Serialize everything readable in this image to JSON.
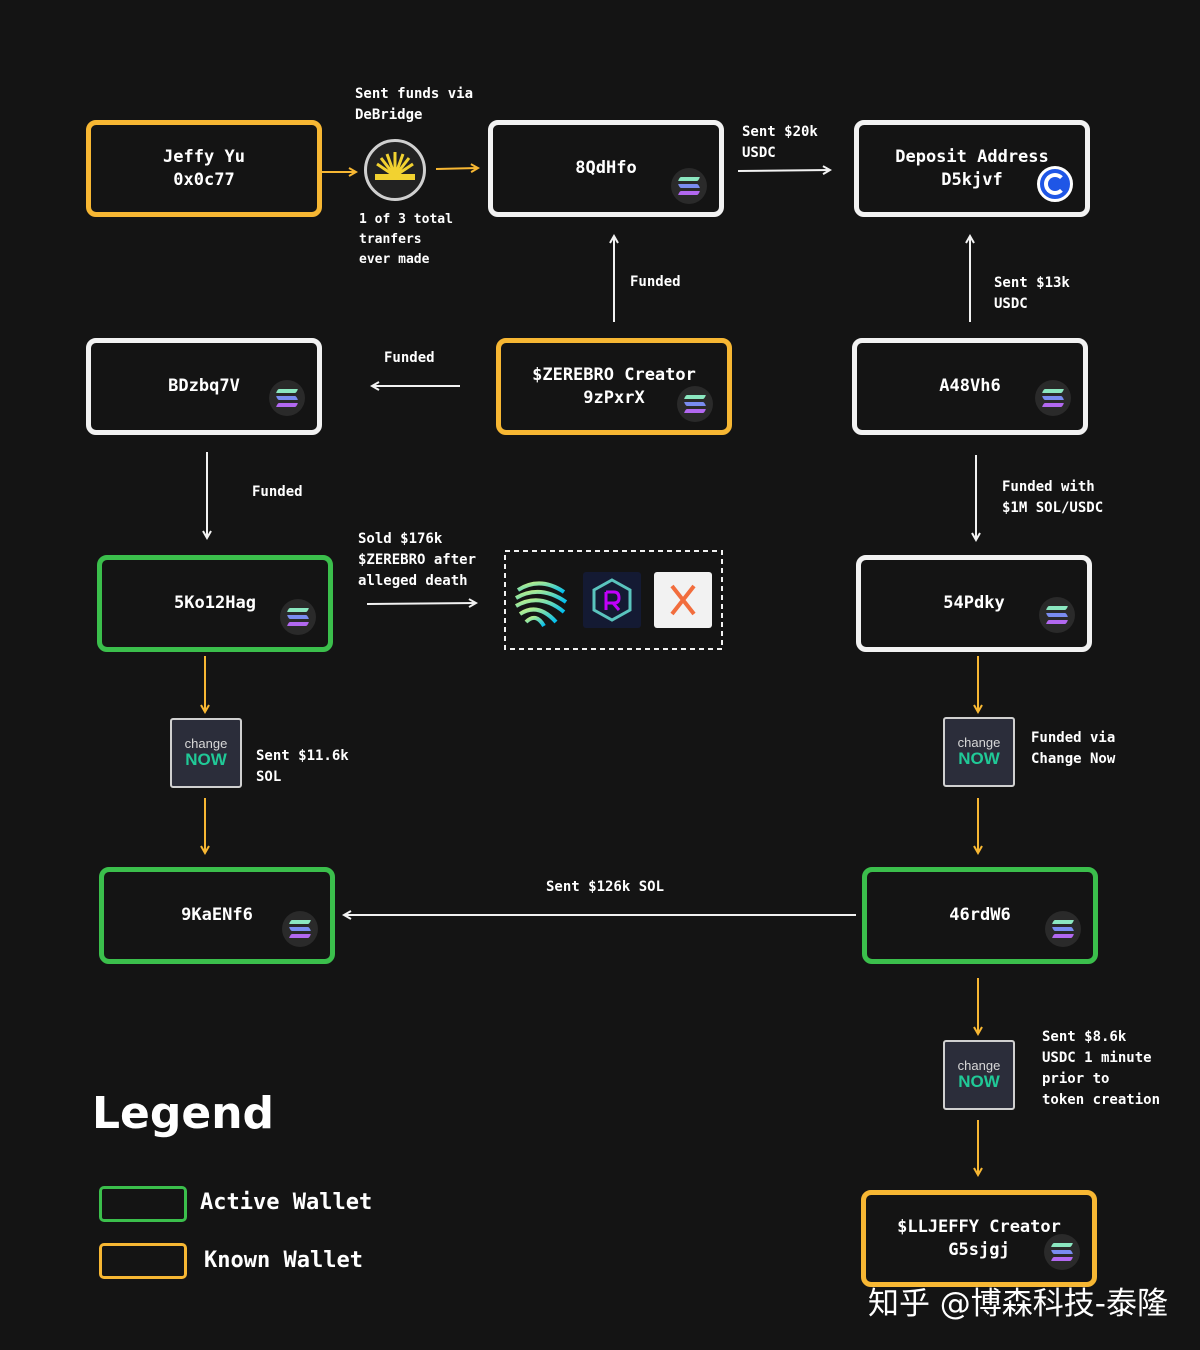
{
  "nodes": {
    "jeffy": {
      "line1": "Jeffy Yu",
      "line2": "0x0c77",
      "type": "known"
    },
    "qdhfo": {
      "label": "8QdHfo",
      "type": "neutral"
    },
    "deposit": {
      "line1": "Deposit Address",
      "line2": "D5kjvf",
      "type": "neutral"
    },
    "bdzbq": {
      "label": "BDzbq7V",
      "type": "neutral"
    },
    "zerebro_creator": {
      "line1": "$ZEREBRO Creator",
      "line2": "9zPxrX",
      "type": "known"
    },
    "a48vh6": {
      "label": "A48Vh6",
      "type": "neutral"
    },
    "ko12hag": {
      "label": "5Ko12Hag",
      "type": "active"
    },
    "pdky": {
      "label": "54Pdky",
      "type": "neutral"
    },
    "kaenf6": {
      "label": "9KaENf6",
      "type": "active"
    },
    "rdw6": {
      "label": "46rdW6",
      "type": "active"
    },
    "lljeffy_creator": {
      "line1": "$LLJEFFY Creator",
      "line2": "G5sjgj",
      "type": "known"
    }
  },
  "edges": {
    "debridge_top": {
      "line1": "Sent funds via",
      "line2": "DeBridge"
    },
    "debridge_bottom": {
      "line1": "1 of 3 total",
      "line2": "tranfers",
      "line3": "ever made"
    },
    "sent20k": {
      "line1": "Sent $20k",
      "line2": "USDC"
    },
    "funded_up": "Funded",
    "sent13k": {
      "line1": "Sent $13k",
      "line2": "USDC"
    },
    "funded_left": "Funded",
    "funded_down": "Funded",
    "funded1m": {
      "line1": "Funded with",
      "line2": "$1M SOL/USDC"
    },
    "sold176k": {
      "line1": "Sold $176k",
      "line2": "$ZEREBRO after",
      "line3": "alleged death"
    },
    "sent11k": {
      "line1": "Sent $11.6k",
      "line2": "SOL"
    },
    "funded_changenow": {
      "line1": "Funded via",
      "line2": "Change Now"
    },
    "sent126k": "Sent $126k SOL",
    "sent8k": {
      "line1": "Sent $8.6k",
      "line2": "USDC 1 minute",
      "line3": "prior to",
      "line4": "token creation"
    }
  },
  "changenow": {
    "top": "change",
    "bottom": "NOW"
  },
  "icons": {
    "wallet_chain": "solana-icon",
    "deposit_chain": "coinbase-icon",
    "bridge": "debridge-icon",
    "exchanges": [
      "jupiter-icon",
      "raydium-icon",
      "okx-icon"
    ]
  },
  "legend": {
    "title": "Legend",
    "items": [
      {
        "label": "Active Wallet",
        "color": "#3bbf4c"
      },
      {
        "label": "Known Wallet",
        "color": "#f7b733"
      }
    ]
  },
  "colors": {
    "known": "#f7b733",
    "active": "#3bbf4c",
    "neutral": "#f2f2f2",
    "background": "#141414"
  },
  "watermark": "知乎 @博森科技-泰隆"
}
